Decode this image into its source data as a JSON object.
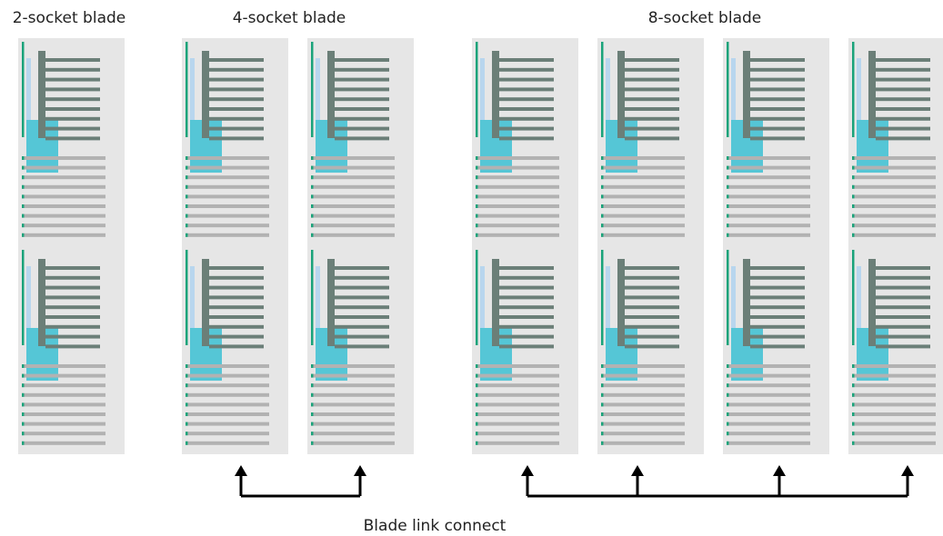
{
  "groups": [
    {
      "label": "2-socket blade",
      "blade_count": 1
    },
    {
      "label": "4-socket blade",
      "blade_count": 2
    },
    {
      "label": "8-socket blade",
      "blade_count": 4
    }
  ],
  "connector_label": "Blade link connect",
  "colors": {
    "blade_bg": "#e6e6e6",
    "accent_green": "#1aa37a",
    "cpu_cyan": "#55c6d6",
    "light_blue": "#b8d6ee",
    "dimm_dark": "#6b7f78",
    "slot_gray": "#b2b2b2",
    "line": "#000000"
  }
}
